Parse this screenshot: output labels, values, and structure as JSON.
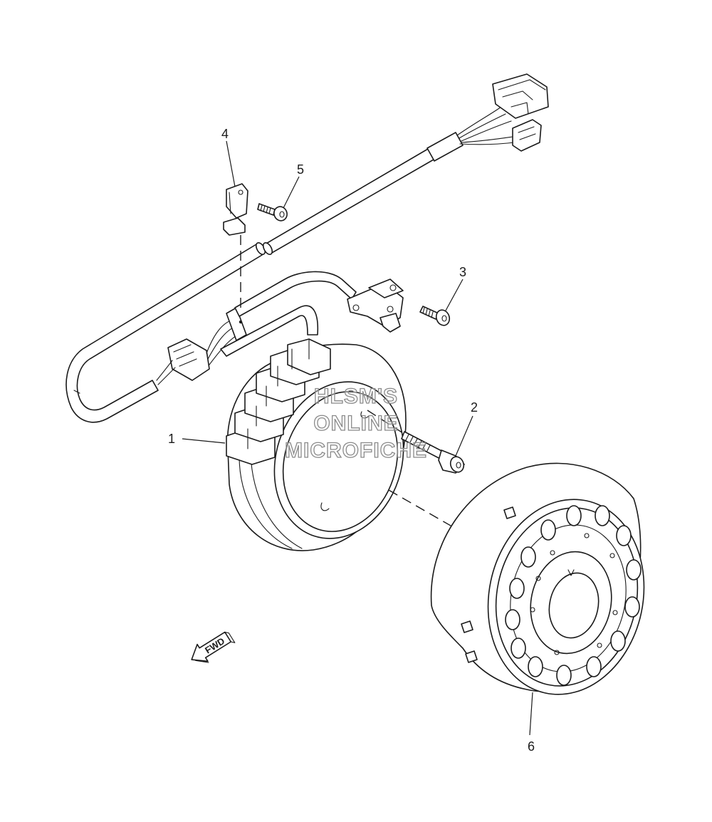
{
  "callouts": [
    {
      "id": "1",
      "label": "1"
    },
    {
      "id": "2",
      "label": "2"
    },
    {
      "id": "3",
      "label": "3"
    },
    {
      "id": "4",
      "label": "4"
    },
    {
      "id": "5",
      "label": "5"
    },
    {
      "id": "6",
      "label": "6"
    }
  ],
  "watermark": {
    "line1": "HLSM'S",
    "line2": "ONLINE",
    "line3": "MICROFICHE"
  },
  "direction_marker": {
    "label": "FWD"
  }
}
